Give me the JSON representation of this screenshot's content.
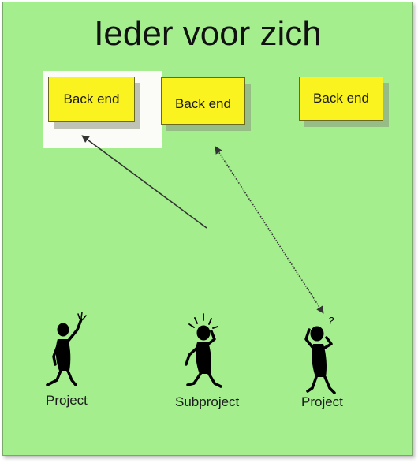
{
  "slide": {
    "title": "Ieder voor zich",
    "background_color": "#a4ee8e"
  },
  "boxes": [
    {
      "label": "Back end",
      "highlighted": true
    },
    {
      "label": "Back end",
      "highlighted": false
    },
    {
      "label": "Back end",
      "highlighted": false
    }
  ],
  "figures": [
    {
      "label": "Project",
      "pose": "waving-figure-icon"
    },
    {
      "label": "Subproject",
      "pose": "phone-figure-icon"
    },
    {
      "label": "Project",
      "pose": "confused-figure-icon"
    }
  ],
  "colors": {
    "box_fill": "#fbf31f",
    "figure": "#000000",
    "arrow": "#333333"
  }
}
